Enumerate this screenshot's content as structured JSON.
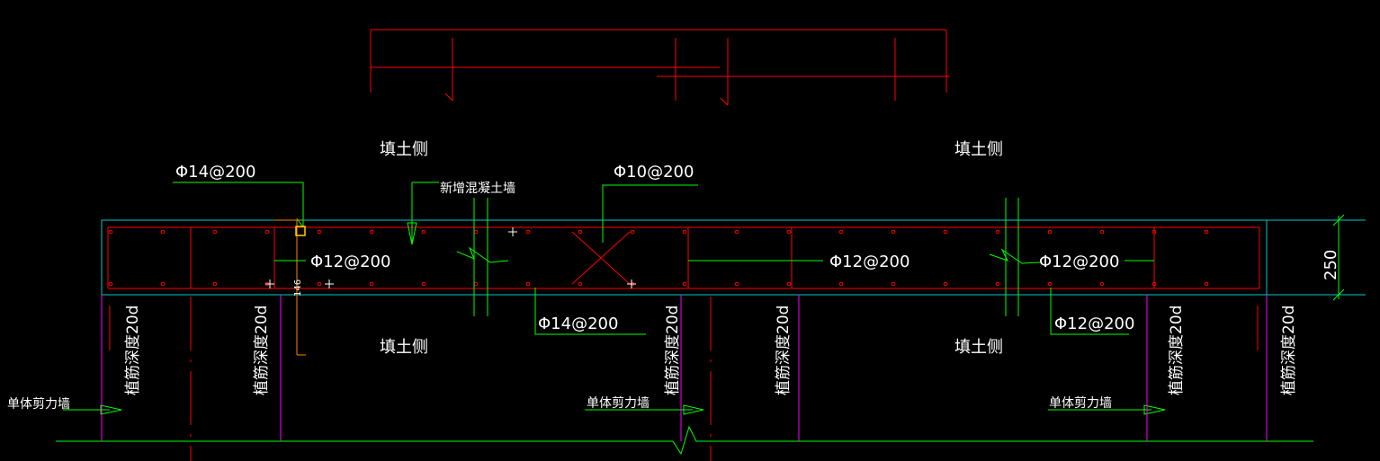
{
  "labels": {
    "fill_side": "填土侧",
    "new_wall": "新增混凝土墙",
    "rebar_phi14": "Φ14@200",
    "rebar_phi10": "Φ10@200",
    "rebar_phi12": "Φ12@200",
    "anchor_depth": "植筋深度20d",
    "shear_wall": "单体剪力墙",
    "dim_thickness": "250",
    "dim_small": "146"
  },
  "colors": {
    "background": "#000000",
    "red": "#ff0000",
    "green": "#00ff00",
    "cyan": "#00c8c8",
    "magenta": "#ff00ff",
    "white": "#ffffff",
    "orange": "#ff8000",
    "yellow": "#ffd000"
  }
}
